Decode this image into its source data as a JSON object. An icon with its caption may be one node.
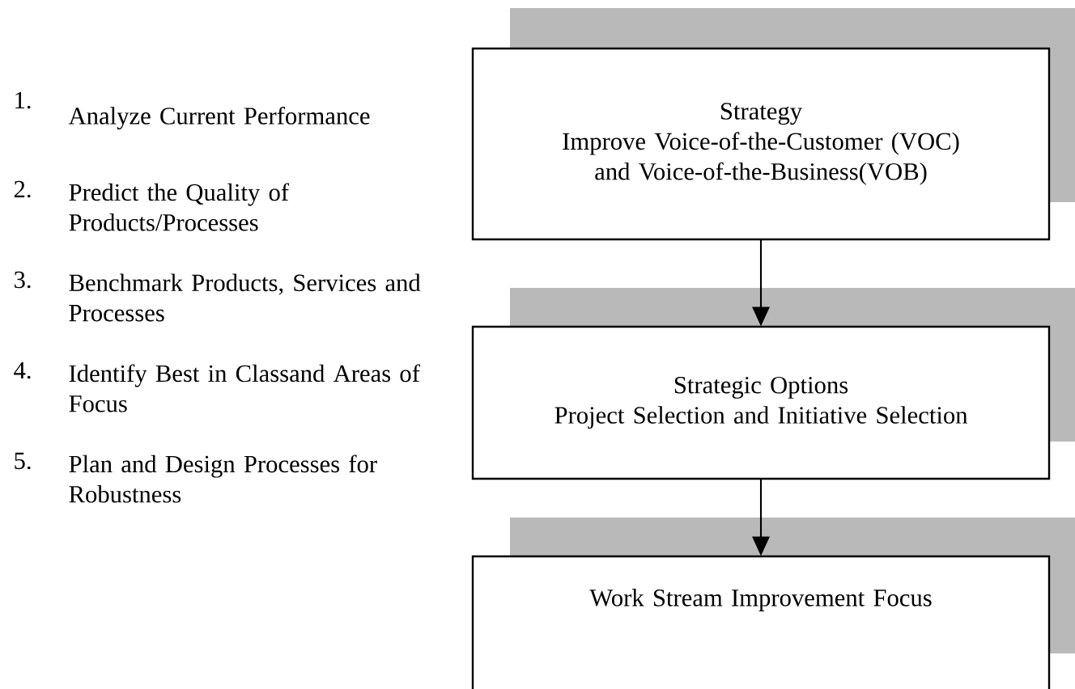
{
  "diagram": {
    "nodes": [
      {
        "text": [
          "Strategy",
          "Improve Voice-of-the-Customer (VOC) and Voice-of-the-Business(VOB)"
        ]
      },
      {
        "text": [
          "Strategic Options",
          "Project Selection and Initiative Selection"
        ]
      },
      {
        "text": [
          "Work Stream Improvement Focus"
        ]
      }
    ],
    "edges": [
      {
        "from": 0,
        "to": 1,
        "arrow": "to"
      },
      {
        "from": 1,
        "to": 2,
        "arrow": "to"
      }
    ],
    "labels": [
      "1.",
      "Analyze Current Performance",
      "2.",
      "Predict the Quality of Products/Processes",
      "3.",
      "Benchmark Products, Services and Processes",
      "4.",
      "Identify Best in Classand Areas of Focus",
      "5.",
      "Plan and Design Processes for Robustness"
    ]
  }
}
